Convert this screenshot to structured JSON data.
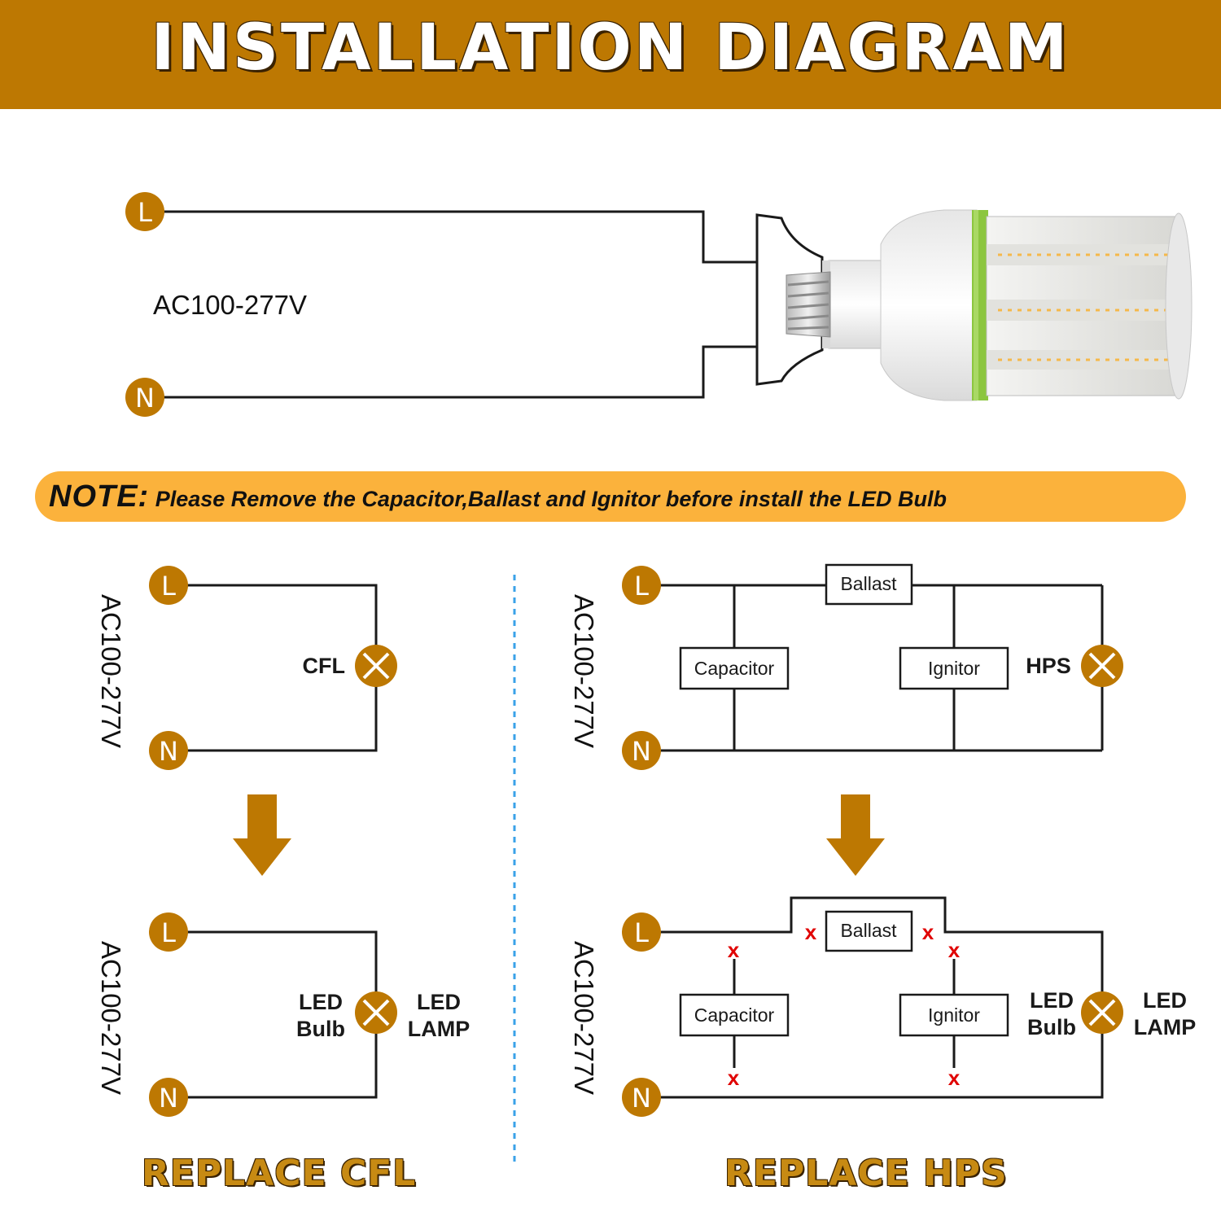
{
  "header": {
    "title": "INSTALLATION DIAGRAM"
  },
  "terminals": {
    "live": "L",
    "neutral": "N"
  },
  "top_diagram": {
    "voltage": "AC100-277V"
  },
  "note": {
    "label": "NOTE:",
    "message": " Please Remove the Capacitor,Ballast and Ignitor before install the LED Bulb"
  },
  "cfl_section": {
    "voltage": "AC100-277V",
    "lamp_label": "CFL",
    "led_bulb_line1": "LED",
    "led_bulb_line2": "Bulb",
    "led_lamp_line1": "LED",
    "led_lamp_line2": "LAMP",
    "title": "REPLACE CFL"
  },
  "hps_section": {
    "voltage": "AC100-277V",
    "ballast": "Ballast",
    "capacitor": "Capacitor",
    "ignitor": "Ignitor",
    "lamp_label": "HPS",
    "led_bulb_line1": "LED",
    "led_bulb_line2": "Bulb",
    "led_lamp_line1": "LED",
    "led_lamp_line2": "LAMP",
    "removed_mark": "x",
    "title": "REPLACE HPS"
  },
  "colors": {
    "header_bg": "#bd7802",
    "terminal": "#bd7802",
    "note_bg": "#fbb23c",
    "arrow": "#bd7802",
    "divider": "#3aa2e8",
    "removed_mark": "#e00000",
    "title_text": "#c78a13"
  },
  "icons": {
    "lamp": "cross-circle-icon",
    "arrow": "down-arrow-icon",
    "bulb": "led-corn-bulb-icon"
  }
}
